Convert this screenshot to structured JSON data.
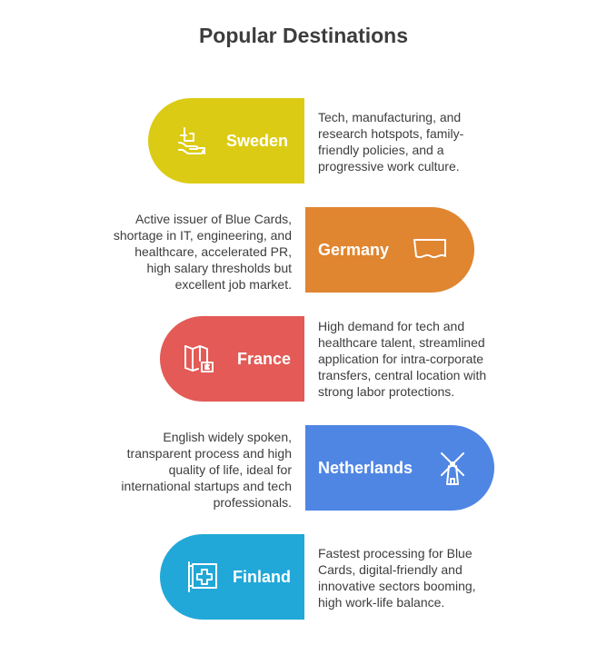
{
  "title": "Popular Destinations",
  "colors": {
    "sweden": "#dccb14",
    "germany": "#e08530",
    "france": "#e35a56",
    "netherlands": "#4f86e4",
    "finland": "#21a8d8"
  },
  "destinations": [
    {
      "name": "Sweden",
      "icon": "handshake-icon",
      "description": "Tech, manufacturing, and\nresearch hotspots, family-\nfriendly policies, and a\nprogressive work culture."
    },
    {
      "name": "Germany",
      "icon": "document-icon",
      "description": "Active issuer of Blue Cards,\nshortage in IT, engineering, and\nhealthcare, accelerated PR,\nhigh salary thresholds but\nexcellent job market."
    },
    {
      "name": "France",
      "icon": "map-icon",
      "description": "High demand for tech and\nhealthcare talent, streamlined\napplication for intra-corporate\ntransfers, central location with\nstrong labor protections."
    },
    {
      "name": "Netherlands",
      "icon": "windmill-icon",
      "description": "English widely spoken,\ntransparent process and high\nquality of life, ideal for\ninternational startups and tech\nprofessionals."
    },
    {
      "name": "Finland",
      "icon": "hospital-sign-icon",
      "description": "Fastest processing for Blue\nCards, digital-friendly and\ninnovative sectors booming,\nhigh work-life balance."
    }
  ]
}
